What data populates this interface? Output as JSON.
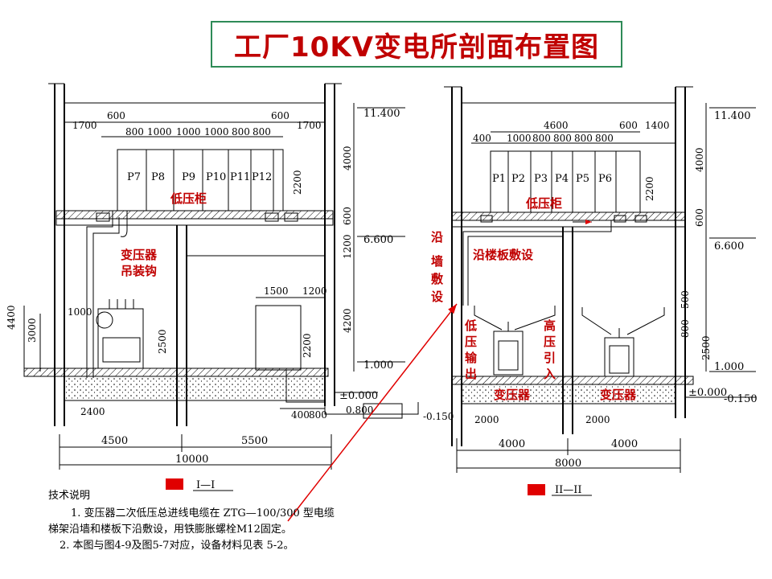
{
  "title": "工厂10KV变电所剖面布置图",
  "left_section": {
    "caption": "I—I",
    "panels": [
      "P7",
      "P8",
      "P9",
      "P10",
      "P11",
      "P12"
    ],
    "top_dims": [
      "1700",
      "600",
      "800",
      "1000",
      "1000",
      "1000",
      "800",
      "800",
      "600",
      "1700"
    ],
    "labels": {
      "lv_cabinet": "低压柜",
      "hook": "变压器吊装钩"
    },
    "right_levels": [
      "11.400",
      "6.600",
      "1.000",
      "±0.000"
    ],
    "right_dims": [
      "4000",
      "600",
      "1200",
      "4200"
    ],
    "inner_dims": [
      "2200",
      "2500",
      "2200",
      "1500",
      "1200",
      "1000",
      "3000",
      "4400",
      "400",
      "800",
      "2400",
      "0.800",
      "-0.150"
    ],
    "bottom_dims": [
      "4500",
      "5500",
      "10000"
    ]
  },
  "right_section": {
    "caption": "II—II",
    "panels": [
      "P1",
      "P2",
      "P3",
      "P4",
      "P5",
      "P6"
    ],
    "top_dims": [
      "4600",
      "400",
      "1000",
      "800",
      "800",
      "800",
      "800",
      "600",
      "1400"
    ],
    "labels": {
      "lv_cabinet": "低压柜",
      "along_wall": "沿墙敷设",
      "under_floor": "沿楼板敷设",
      "lv_out": "低压输出",
      "hv_in": "高压引入",
      "transformer1": "变压器",
      "transformer2": "变压器"
    },
    "right_levels": [
      "11.400",
      "6.600",
      "1.000",
      "±0.000",
      "-0.150"
    ],
    "right_dims": [
      "4000",
      "600",
      "2200",
      "500",
      "800",
      "2500"
    ],
    "bottom_dims": [
      "2000",
      "2000",
      "4000",
      "4000",
      "8000"
    ]
  },
  "notes": {
    "heading": "技术说明",
    "line1": "1. 变压器二次低压总进线电缆在 ZTG—100/300 型电缆",
    "line2": "梯架沿墙和楼板下沿敷设，用铁膨胀螺栓M12固定。",
    "line3": "2. 本图与图4-9及图5-7对应，设备材料见表 5-2。"
  },
  "colors": {
    "title": "#c00000",
    "border": "#2e8b57",
    "marker": "#e00000",
    "arrow": "#e00000"
  }
}
